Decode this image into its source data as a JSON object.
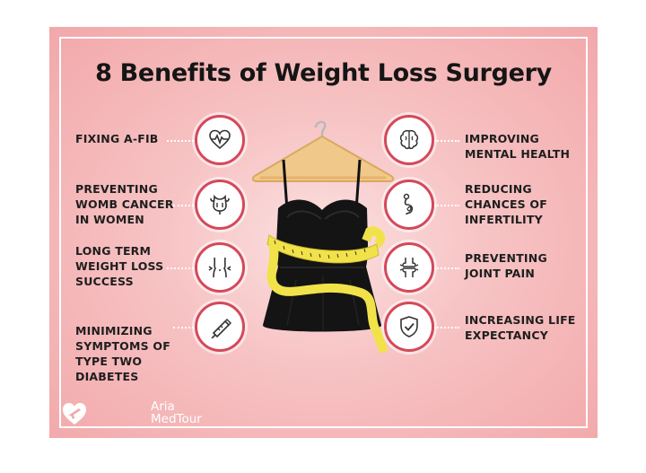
{
  "title": "8 Benefits of Weight Loss Surgery",
  "left_items": [
    {
      "label": "FIXING A-FIB",
      "icon": "heartbeat-icon"
    },
    {
      "label": "PREVENTING\nWOMB CANCER\nIN WOMEN",
      "icon": "uterus-icon"
    },
    {
      "label": "LONG TERM\nWEIGHT LOSS\nSUCCESS",
      "icon": "slim-waist-icon"
    },
    {
      "label": "MINIMIZING\nSYMPTOMS OF\nTYPE TWO\nDIABETES",
      "icon": "insulin-pen-icon"
    }
  ],
  "right_items": [
    {
      "label": "IMPROVING\nMENTAL HEALTH",
      "icon": "brain-icon"
    },
    {
      "label": "REDUCING\nCHANCES OF\nINFERTILITY",
      "icon": "pregnancy-icon"
    },
    {
      "label": "PREVENTING\nJOINT PAIN",
      "icon": "joint-icon"
    },
    {
      "label": "INCREASING LIFE\nEXPECTANCY",
      "icon": "shield-check-icon"
    }
  ],
  "brand": {
    "line1": "Aria",
    "line2": "MedTour"
  },
  "colors": {
    "accent": "#d4495a",
    "background": "#f7c3c4",
    "text": "#1e1e1e",
    "tape": "#f2e24a"
  }
}
